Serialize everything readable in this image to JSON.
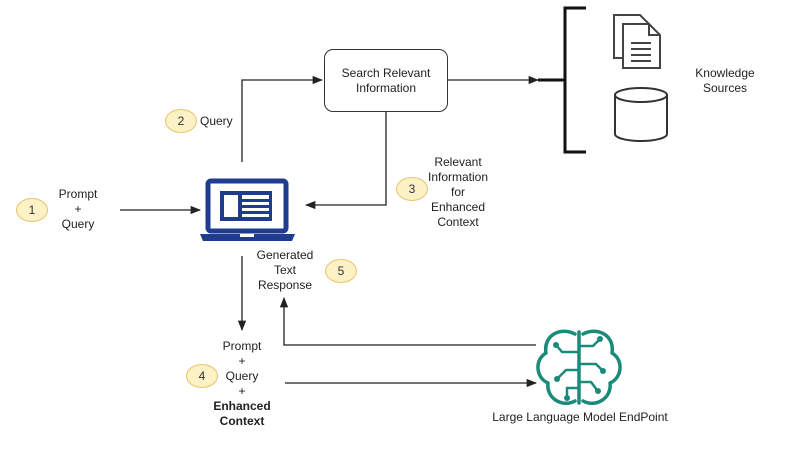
{
  "nodes": {
    "search": {
      "line1": "Search Relevant",
      "line2": "Information"
    },
    "knowledge": {
      "line1": "Knowledge",
      "line2": "Sources"
    },
    "llm": {
      "label": "Large Language Model EndPoint"
    }
  },
  "labels": {
    "query": "Query",
    "relevant": [
      "Relevant",
      "Information",
      "for",
      "Enhanced",
      "Context"
    ],
    "prompt_query": [
      "Prompt",
      "+",
      "Query"
    ],
    "generated": [
      "Generated",
      "Text",
      "Response"
    ],
    "augmented": [
      "Prompt",
      "+",
      "Query",
      "+",
      "Enhanced",
      "Context"
    ]
  },
  "steps": [
    "1",
    "2",
    "3",
    "4",
    "5"
  ],
  "colors": {
    "laptop": "#1f3c8f",
    "llm": "#1a8a7a",
    "badge_fill": "#fdf1c6",
    "badge_border": "#e6c46b",
    "stroke": "#222222"
  },
  "icons": [
    "laptop-icon",
    "document-stack-icon",
    "database-icon",
    "brain-circuit-icon"
  ]
}
